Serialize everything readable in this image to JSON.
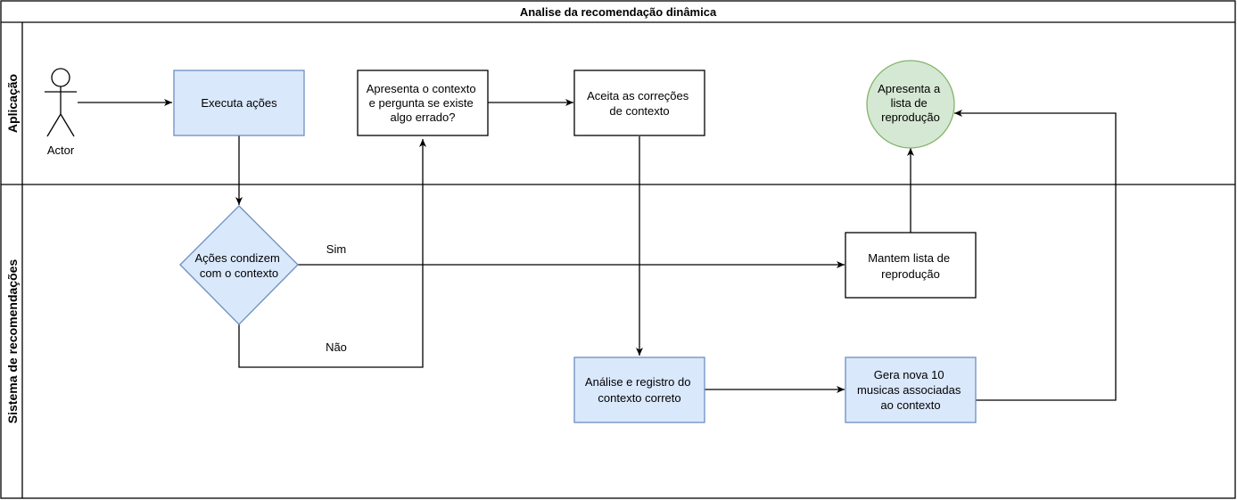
{
  "pool": {
    "title": "Analise da recomendação dinâmica"
  },
  "lanes": [
    {
      "id": "app",
      "label": "Aplicação"
    },
    {
      "id": "sys",
      "label": "Sistema de recomendações"
    }
  ],
  "actor": {
    "label": "Actor"
  },
  "nodes": {
    "executa": {
      "lines": [
        "Executa ações"
      ]
    },
    "apresenta_contexto": {
      "lines": [
        "Apresenta o contexto",
        "e pergunta se existe",
        "algo errado?"
      ]
    },
    "aceita": {
      "lines": [
        "Aceita as correções",
        "de contexto"
      ]
    },
    "apresenta_lista": {
      "lines": [
        "Apresenta a",
        "lista de",
        "reprodução"
      ]
    },
    "decisao": {
      "lines": [
        "Ações condizem",
        "com o contexto"
      ]
    },
    "mantem": {
      "lines": [
        "Mantem lista de",
        "reprodução"
      ]
    },
    "analise": {
      "lines": [
        "Análise e registro do",
        "contexto correto"
      ]
    },
    "gera": {
      "lines": [
        "Gera nova 10",
        "musicas associadas",
        "ao contexto"
      ]
    }
  },
  "edge_labels": {
    "sim": "Sim",
    "nao": "Não"
  },
  "colors": {
    "stroke": "#000000",
    "blue_fill": "#dae8fc",
    "blue_stroke": "#6c8ebf",
    "green_fill": "#d5e8d4",
    "green_stroke": "#82b366",
    "white_fill": "#ffffff"
  }
}
